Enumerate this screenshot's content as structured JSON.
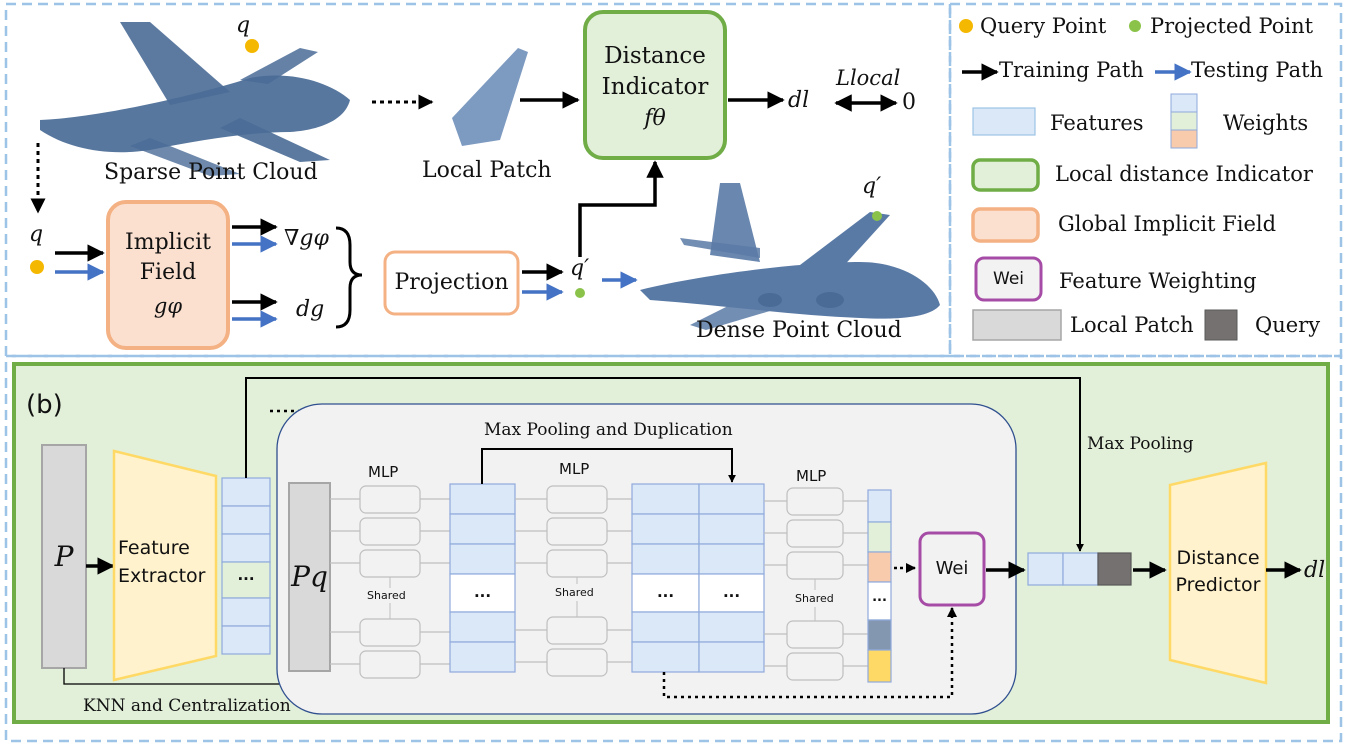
{
  "top": {
    "query_label": "q",
    "sparse_label": "Sparse Point Cloud",
    "local_patch_label": "Local Patch",
    "distance_indicator": {
      "line1": "Distance",
      "line2": "Indicator",
      "func": "fθ"
    },
    "output_dl": "dl",
    "loss_label": "Llocal",
    "zero": "0",
    "q_left": "q",
    "implicit": {
      "line1": "Implicit",
      "line2": "Field",
      "func": "gφ"
    },
    "grad_label": "∇gφ",
    "dg_label": "dg",
    "projection_label": "Projection",
    "qprime_left": "q′",
    "qprime_right": "q′",
    "dense_label": "Dense Point Cloud"
  },
  "legend": {
    "query_point": "Query Point",
    "projected_point": "Projected Point",
    "training_path": "Training Path",
    "testing_path": "Testing Path",
    "features": "Features",
    "weights": "Weights",
    "local_indicator": "Local distance Indicator",
    "global_field": "Global Implicit Field",
    "wei": "Wei",
    "feature_weighting": "Feature Weighting",
    "local_patch": "Local Patch",
    "query": "Query",
    "colors": {
      "query": "#f5b800",
      "projected": "#8bc34a",
      "training": "#000000",
      "testing": "#4472c4"
    }
  },
  "bottom": {
    "panel_label": "(b)",
    "P": "P",
    "feature_extractor": {
      "line1": "Feature",
      "line2": "Extractor"
    },
    "dots": "...",
    "Pq": "Pq",
    "mlp1": "MLP",
    "mlp2": "MLP",
    "mlp3": "MLP",
    "shared1": "Shared",
    "shared2": "Shared",
    "shared3": "Shared",
    "max_pool_dup": "Max Pooling and Duplication",
    "max_pooling": "Max Pooling",
    "knn": "KNN and Centralization",
    "wei": "Wei",
    "distance_predictor": {
      "line1": "Distance",
      "line2": "Predictor"
    },
    "output_dl": "dl"
  }
}
